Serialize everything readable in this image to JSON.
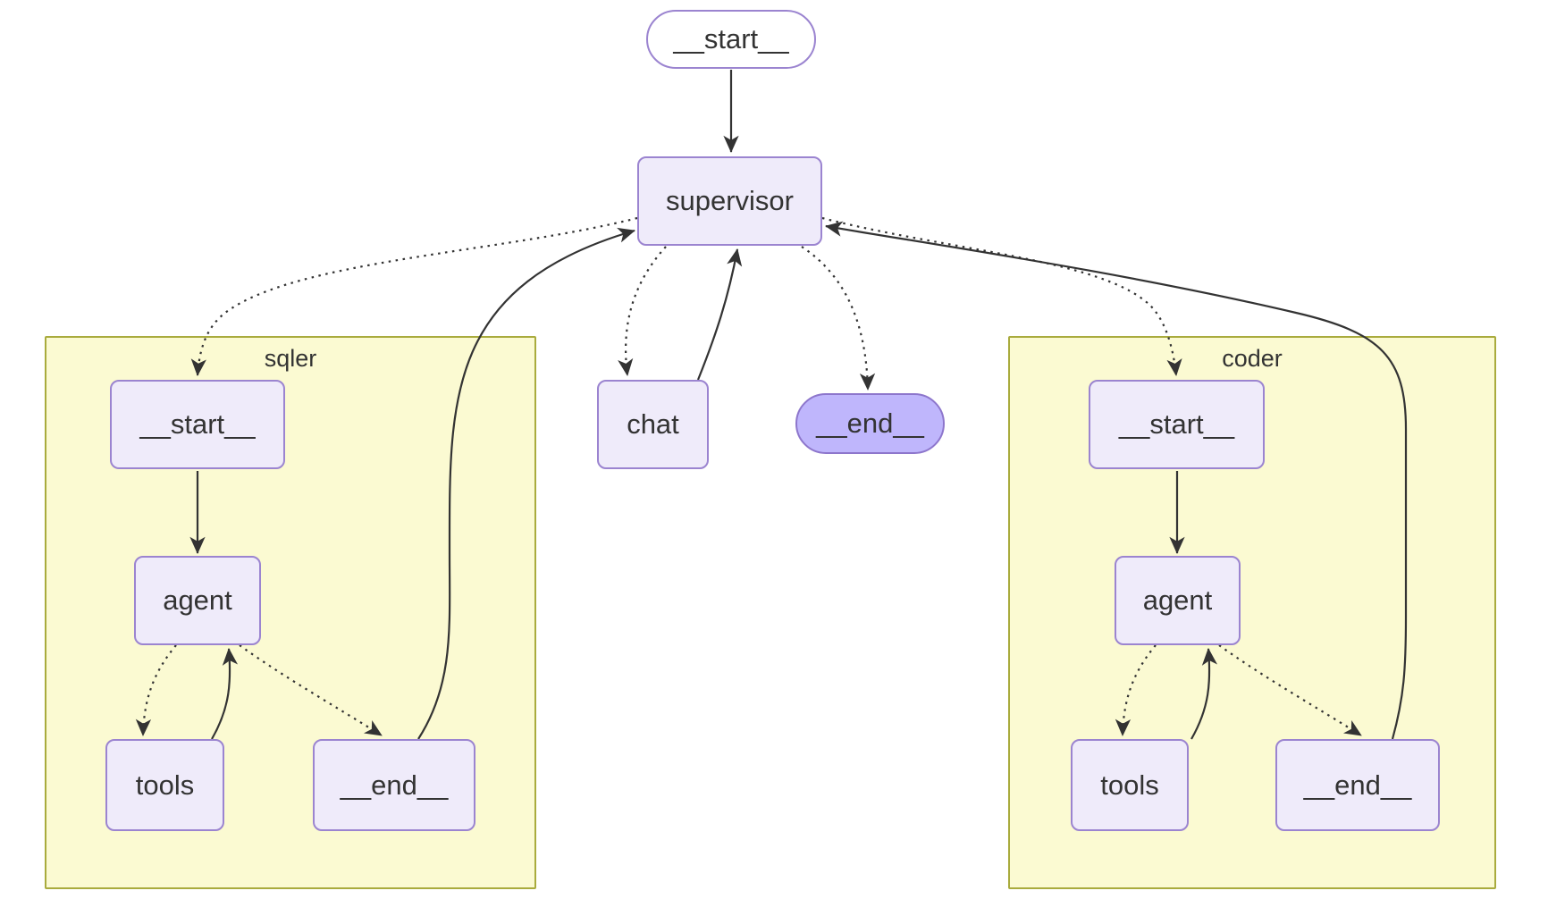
{
  "diagram": {
    "kind": "flowchart",
    "background": "#ffffff",
    "nodes": {
      "start_top": {
        "label": "__start__",
        "shape": "pill",
        "role": "first"
      },
      "supervisor": {
        "label": "supervisor",
        "shape": "rect",
        "role": "default"
      },
      "chat": {
        "label": "chat",
        "shape": "rect",
        "role": "default"
      },
      "end_top": {
        "label": "__end__",
        "shape": "pill",
        "role": "last"
      },
      "sqler_start": {
        "label": "__start__",
        "shape": "rect",
        "role": "default"
      },
      "sqler_agent": {
        "label": "agent",
        "shape": "rect",
        "role": "default"
      },
      "sqler_tools": {
        "label": "tools",
        "shape": "rect",
        "role": "default"
      },
      "sqler_end": {
        "label": "__end__",
        "shape": "rect",
        "role": "default"
      },
      "coder_start": {
        "label": "__start__",
        "shape": "rect",
        "role": "default"
      },
      "coder_agent": {
        "label": "agent",
        "shape": "rect",
        "role": "default"
      },
      "coder_tools": {
        "label": "tools",
        "shape": "rect",
        "role": "default"
      },
      "coder_end": {
        "label": "__end__",
        "shape": "rect",
        "role": "default"
      }
    },
    "clusters": {
      "sqler": {
        "label": "sqler"
      },
      "coder": {
        "label": "coder"
      }
    },
    "edges": [
      {
        "from": "__start__",
        "to": "supervisor",
        "style": "solid"
      },
      {
        "from": "supervisor",
        "to": "sqler.__start__",
        "style": "dotted"
      },
      {
        "from": "sqler.__end__",
        "to": "supervisor",
        "style": "solid"
      },
      {
        "from": "supervisor",
        "to": "chat",
        "style": "dotted"
      },
      {
        "from": "chat",
        "to": "supervisor",
        "style": "solid"
      },
      {
        "from": "supervisor",
        "to": "__end__",
        "style": "dotted"
      },
      {
        "from": "supervisor",
        "to": "coder.__start__",
        "style": "dotted"
      },
      {
        "from": "coder.__end__",
        "to": "supervisor",
        "style": "solid"
      },
      {
        "from": "sqler.__start__",
        "to": "sqler.agent",
        "style": "solid"
      },
      {
        "from": "sqler.agent",
        "to": "sqler.tools",
        "style": "dotted"
      },
      {
        "from": "sqler.tools",
        "to": "sqler.agent",
        "style": "solid"
      },
      {
        "from": "sqler.agent",
        "to": "sqler.__end__",
        "style": "dotted"
      },
      {
        "from": "coder.__start__",
        "to": "coder.agent",
        "style": "solid"
      },
      {
        "from": "coder.agent",
        "to": "coder.tools",
        "style": "dotted"
      },
      {
        "from": "coder.tools",
        "to": "coder.agent",
        "style": "solid"
      },
      {
        "from": "coder.agent",
        "to": "coder.__end__",
        "style": "dotted"
      }
    ],
    "colors": {
      "node_fill": "#efebfa",
      "node_border": "#9b84d0",
      "first_fill": "#ffffff",
      "last_fill": "#bfb6fc",
      "cluster_fill": "#fbfad2",
      "cluster_border": "#a9ab3d",
      "edge": "#333333",
      "text": "#333333"
    }
  }
}
